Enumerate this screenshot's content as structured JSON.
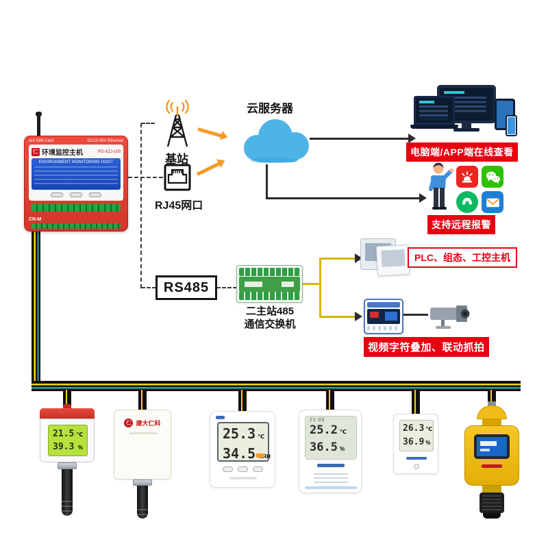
{
  "labels": {
    "cloud": "云服务器",
    "base_station": "基站",
    "rj45": "RJ45网口",
    "rs485": "RS485",
    "switch_line1": "二主站485",
    "switch_line2": "通信交换机",
    "pc_app": "电脑端/APP端在线查看",
    "remote_alarm": "支持远程报警",
    "plc": "PLC、组态、工控主机",
    "video": "视频字符叠加、联动抓拍"
  },
  "main_device": {
    "top_left": "Ant  SIM Card",
    "top_right": "DC10-30V  Ethernet",
    "logo_char": "仁",
    "title": "环境监控主机",
    "model": "RS-XZJ-100",
    "screen_text": "ENVIRONMENT MONITORING HOST",
    "footer": "CN-M"
  },
  "sensors": {
    "s1": {
      "temp": "21.5",
      "temp_unit": "℃",
      "hum": "39.3",
      "hum_unit": "%"
    },
    "s2": {
      "brand_char": "仁",
      "brand": "建大仁科"
    },
    "s3": {
      "temp": "25.3",
      "temp_unit": "℃",
      "hum": "34.5",
      "hum_unit": "%RH"
    },
    "s4": {
      "statusbar": "21:05",
      "temp": "25.2",
      "temp_unit": "℃",
      "hum": "36.5",
      "hum_unit": "%"
    },
    "s5": {
      "temp": "26.3",
      "temp_unit": "℃",
      "hum": "36.9",
      "hum_unit": "%"
    }
  },
  "colors": {
    "accent_red": "#e60012",
    "arrow_orange": "#f59a23",
    "cloud_blue": "#4db4e8",
    "cable_yellow": "#ffd400",
    "cable_teal": "#2fa8a0",
    "pcb_green": "#2f9e44"
  }
}
